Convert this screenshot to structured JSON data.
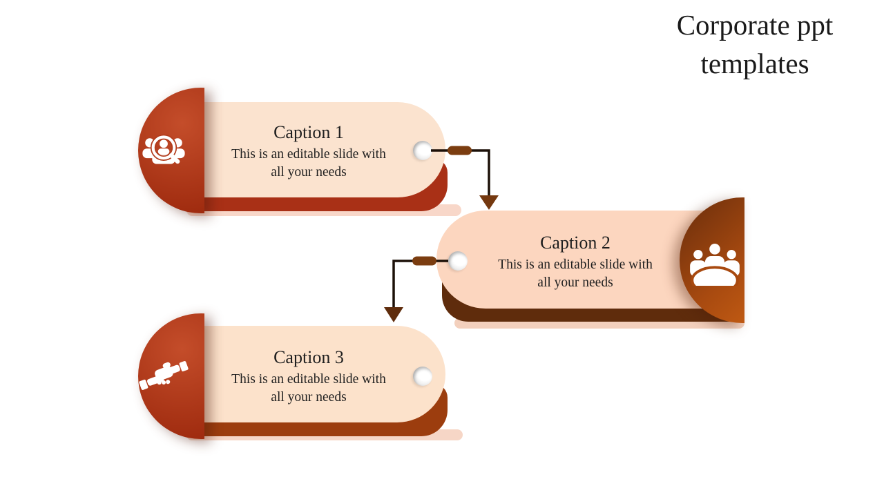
{
  "title": "Corporate ppt templates",
  "cards": [
    {
      "caption": "Caption 1",
      "body": "This is an editable slide with all your needs",
      "icon": "people-search-icon"
    },
    {
      "caption": "Caption 2",
      "body": "This is an editable slide with all your needs",
      "icon": "meeting-icon"
    },
    {
      "caption": "Caption 3",
      "body": "This is an editable slide with all your needs",
      "icon": "handshake-icon"
    }
  ],
  "colors": {
    "background": "#ffffff",
    "title_color": "#1a1a1a",
    "text_color": "#1f1f1f",
    "card1_fill": "#fbe3cf",
    "card1_layer": "#a93016",
    "card1_strip": "#f8d7c9",
    "card1_circle_start": "#c44d2a",
    "card1_circle_end": "#9e2a0e",
    "card2_fill": "#fcd6bf",
    "card2_layer": "#5f2c0c",
    "card2_strip": "#f3d0bd",
    "card2_circle_start": "#6f300c",
    "card2_circle_end": "#cf6414",
    "card3_fill": "#fce2cb",
    "card3_layer": "#9c3d0e",
    "card3_strip": "#f6d6c6",
    "connector_line": "#1c1008",
    "connector_pill": "#7b3d10",
    "arrow1": "#74380f",
    "arrow2": "#5f2c0c"
  }
}
